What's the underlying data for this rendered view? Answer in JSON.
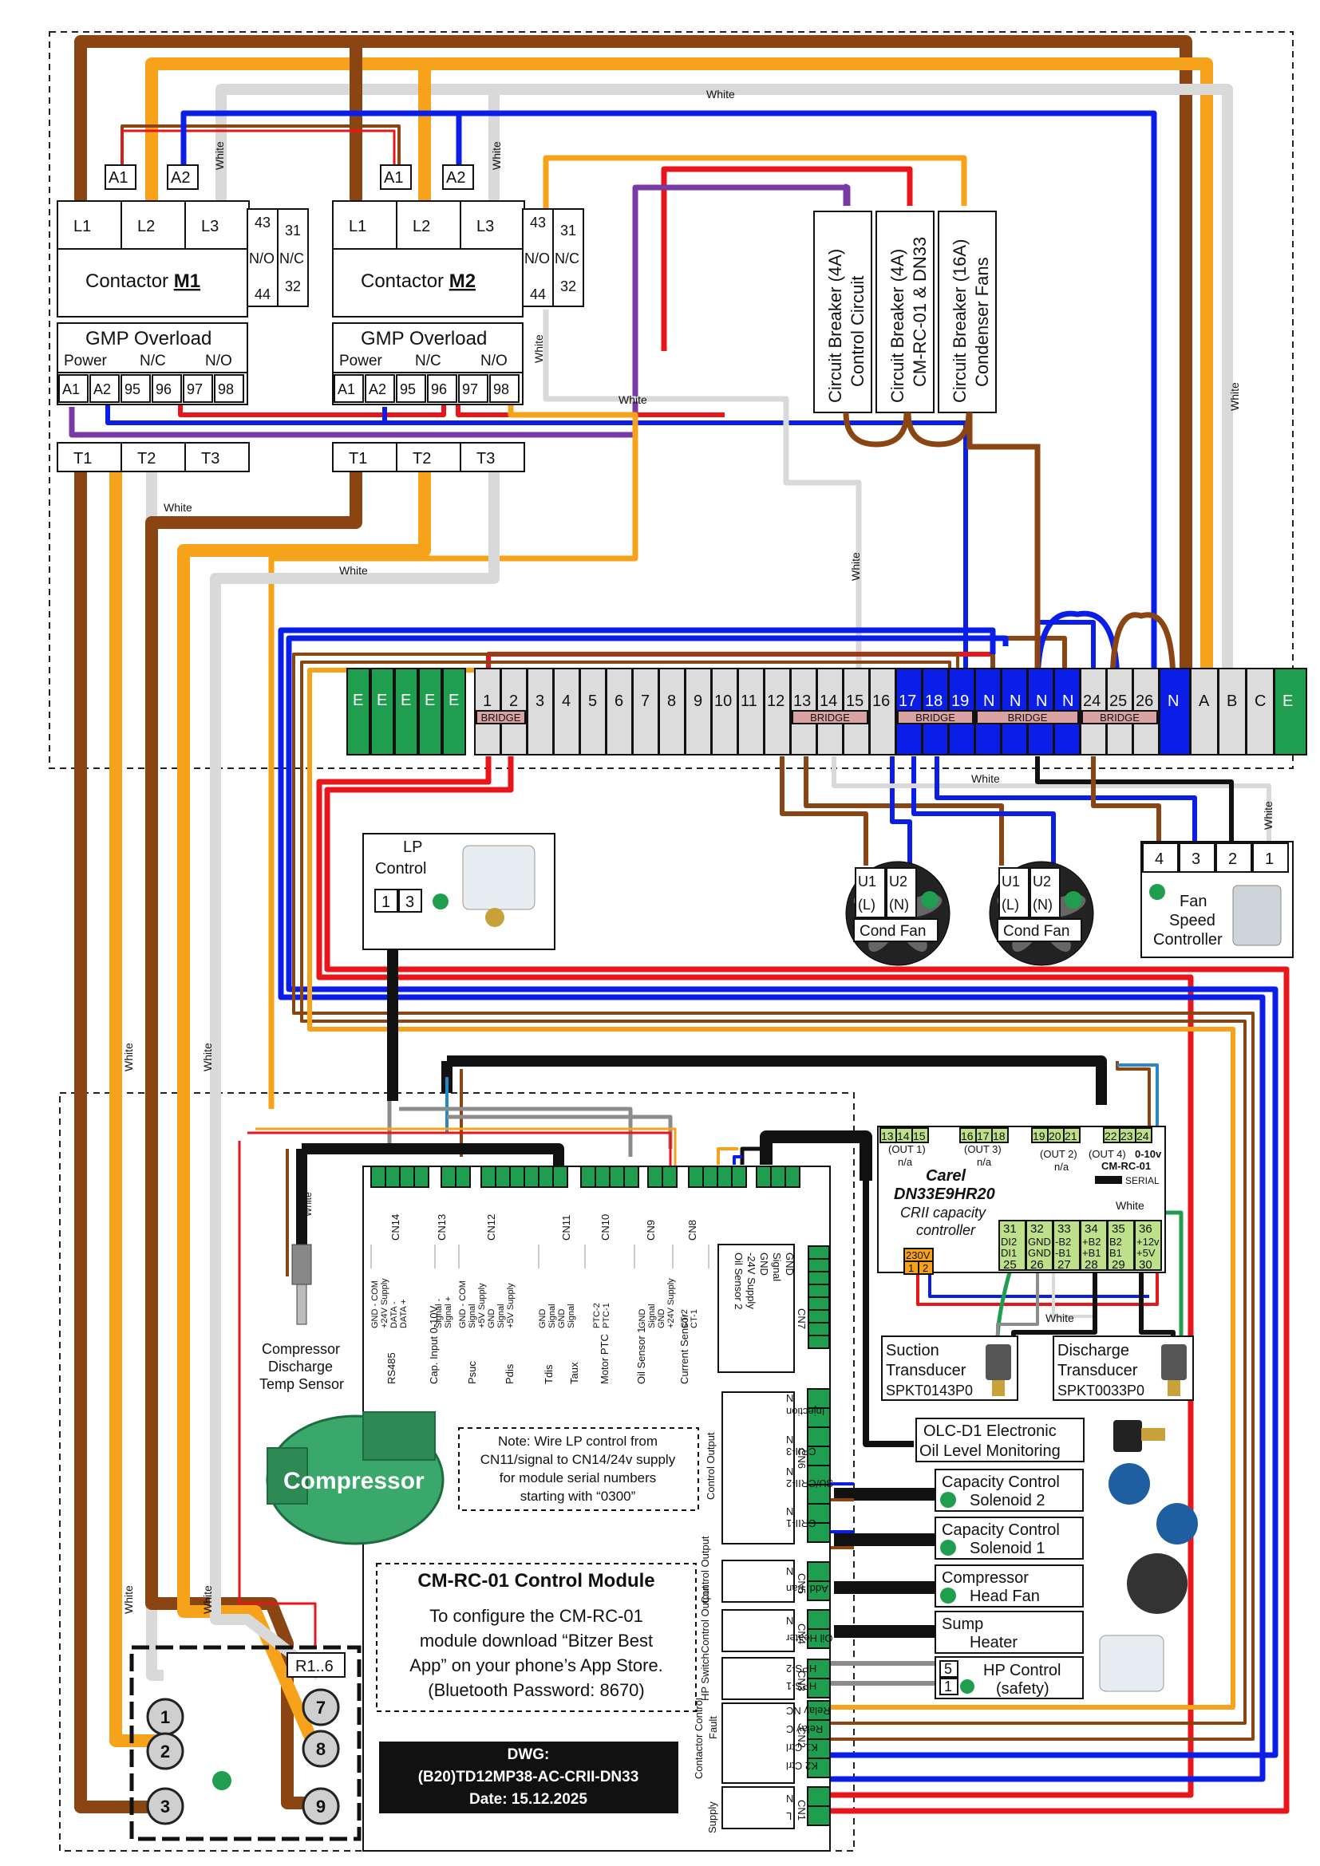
{
  "colors": {
    "brown": "#8b4513",
    "orange": "#f7a21b",
    "white_wire": "#d9d9d9",
    "blue": "#0b1ee8",
    "red": "#e8161b",
    "purple": "#7a3aa6",
    "black": "#111111",
    "grey": "#8c8c8c",
    "green_terminal": "#1f9e4f",
    "light_green": "#bfe08a",
    "pink_bridge": "#d9a3a3",
    "terminal_grey": "#dcdcdc"
  },
  "wire_labels": {
    "white": "White"
  },
  "contactors": [
    {
      "name_prefix": "Contactor ",
      "name_bold": "M1",
      "coil_a1": "A1",
      "coil_a2": "A2",
      "phases": [
        "L1",
        "L2",
        "L3"
      ],
      "aux_no": [
        "43",
        "N/O",
        "44"
      ],
      "aux_nc": [
        "31",
        "N/C",
        "32"
      ],
      "overload_title": "GMP Overload",
      "overload_sub": [
        "Power",
        "N/C",
        "N/O"
      ],
      "overload_terms": [
        "A1",
        "A2",
        "95",
        "96",
        "97",
        "98"
      ],
      "outputs": [
        "T1",
        "T2",
        "T3"
      ]
    },
    {
      "name_prefix": "Contactor ",
      "name_bold": "M2",
      "coil_a1": "A1",
      "coil_a2": "A2",
      "phases": [
        "L1",
        "L2",
        "L3"
      ],
      "aux_no": [
        "43",
        "N/O",
        "44"
      ],
      "aux_nc": [
        "31",
        "N/C",
        "32"
      ],
      "overload_title": "GMP Overload",
      "overload_sub": [
        "Power",
        "N/C",
        "N/O"
      ],
      "overload_terms": [
        "A1",
        "A2",
        "95",
        "96",
        "97",
        "98"
      ],
      "outputs": [
        "T1",
        "T2",
        "T3"
      ]
    }
  ],
  "breakers": [
    {
      "line1": "Circuit Breaker (4A)",
      "line2": "Control Circuit"
    },
    {
      "line1": "Circuit Breaker (4A)",
      "line2": "CM-RC-01 & DN33"
    },
    {
      "line1": "Circuit Breaker (16A)",
      "line2": "Condenser Fans"
    }
  ],
  "terminal_strip": {
    "earth": [
      "E",
      "E",
      "E",
      "E",
      "E"
    ],
    "numbered": [
      "1",
      "2",
      "3",
      "4",
      "5",
      "6",
      "7",
      "8",
      "9",
      "10",
      "11",
      "12",
      "13",
      "14",
      "15",
      "16",
      "17",
      "18",
      "19",
      "N",
      "N",
      "N",
      "N",
      "24",
      "25",
      "26",
      "N",
      "A",
      "B",
      "C",
      "E"
    ],
    "bridge": "BRIDGE"
  },
  "lp_control": {
    "title_line1": "LP",
    "title_line2": "Control",
    "terms": [
      "1",
      "3"
    ]
  },
  "cond_fans": [
    {
      "u1": "U1",
      "u1b": "(L)",
      "u2": "U2",
      "u2b": "(N)",
      "label": "Cond Fan"
    },
    {
      "u1": "U1",
      "u1b": "(L)",
      "u2": "U2",
      "u2b": "(N)",
      "label": "Cond Fan"
    }
  ],
  "fan_speed": {
    "terms": [
      "4",
      "3",
      "2",
      "1"
    ],
    "label": [
      "Fan",
      "Speed",
      "Controller"
    ]
  },
  "carel": {
    "top_terms": [
      "13",
      "14",
      "15",
      "16",
      "17",
      "18",
      "19",
      "20",
      "21",
      "22",
      "23",
      "24"
    ],
    "out1": "(OUT 1)",
    "out2": "(OUT 3)",
    "out3": "(OUT 2)",
    "out4": "(OUT 4)",
    "na": "n/a",
    "zero10": "0-10v",
    "model_tag": "CM-RC-01",
    "serial": "SERIAL",
    "name": "Carel",
    "code": "DN33E9HR20",
    "desc1": "CRII capacity",
    "desc2": "controller",
    "v230": "230V",
    "v230_terms": [
      "1",
      "2"
    ],
    "grid_top_num": [
      "31",
      "32",
      "33",
      "34",
      "35",
      "36"
    ],
    "grid_top_lbl": [
      "DI2",
      "GND",
      "-B2",
      "+B2",
      "B2",
      "+12v"
    ],
    "grid_bot_lbl": [
      "DI1",
      "GND",
      "-B1",
      "+B1",
      "B1",
      "+5V"
    ],
    "grid_bot_num": [
      "25",
      "26",
      "27",
      "28",
      "29",
      "30"
    ]
  },
  "suction": {
    "l1": "Suction",
    "l2": "Transducer",
    "l3": "SPKT0143P0"
  },
  "discharge": {
    "l1": "Discharge",
    "l2": "Transducer",
    "l3": "SPKT0033P0"
  },
  "cm_rc": {
    "top_cn": [
      "CN14",
      "CN13",
      "CN12",
      "CN11",
      "CN10",
      "CN9",
      "CN8"
    ],
    "cn14": [
      "GND - COM",
      "+24V Supply",
      "DATA -",
      "DATA +"
    ],
    "cn13": [
      "Signal -",
      "Signal +"
    ],
    "cn12": [
      "GND - COM",
      "Signal",
      "+5V Supply",
      "GND",
      "Signal",
      "+5V Supply"
    ],
    "cn11": [
      "GND",
      "Signal",
      "GND",
      "Signal"
    ],
    "cn10": [
      "PTC-2",
      "PTC-1"
    ],
    "cn9": [
      "GND",
      "Signal",
      "GND",
      "+24V Supply"
    ],
    "cn8": [
      "CT-2",
      "CT-1"
    ],
    "bottom_labels": [
      "RS485",
      "Cap. Input 0-10V",
      "Psuc",
      "Pdis",
      "Tdis",
      "Taux",
      "Motor PTC",
      "Oil Sensor 1",
      "Current Sensor"
    ],
    "cn7": "CN7",
    "cn7_labels": [
      "GND",
      "Signal",
      "GND",
      "-24V Supply",
      "Oil Sensor 2"
    ],
    "right_cn": [
      "CN6",
      "CN5",
      "CN4",
      "CN3",
      "CN2",
      "CN1"
    ],
    "cn6_labels": [
      "N",
      "Injection",
      "N",
      "CRII-3",
      "N",
      "SU/CRII-2",
      "N",
      "CRII-1"
    ],
    "cn6_group": "Control Output",
    "cn5_labels": [
      "N",
      "Add. Fan"
    ],
    "cn5_group": "Control Output",
    "cn4_labels": [
      "N",
      "Oil Heater"
    ],
    "cn4_group": "Control Output",
    "cn3_labels": [
      "HPS-2",
      "HPS-1"
    ],
    "cn3_group": "HP Switch",
    "cn2_labels": [
      "Relay NC",
      "Relay C",
      "K1 Ctrl",
      "K2 Ctrl"
    ],
    "cn2_group1": "Fault",
    "cn2_group2": "Contactor Control",
    "cn1_labels": [
      "N",
      "L"
    ],
    "cn1_group": "Supply",
    "title": "CM-RC-01 Control Module",
    "info": [
      "To configure the CM-RC-01",
      "module download “Bitzer Best",
      "App” on your phone’s App Store.",
      "(Bluetooth Password: 8670)"
    ]
  },
  "note": [
    "Note: Wire LP control from",
    "CN11/signal to CN14/24v supply",
    "for module serial numbers",
    "starting with “0300”"
  ],
  "dwg": {
    "l1": "DWG:",
    "l2": "(B20)TD12MP38-AC-CRII-DN33",
    "l3": "Date: 15.12.2025"
  },
  "compressor": {
    "label": "Compressor"
  },
  "discharge_temp": [
    "Compressor",
    "Discharge",
    "Temp Sensor"
  ],
  "oil_level": [
    "OLC-D1 Electronic",
    "Oil Level Monitoring"
  ],
  "loads": [
    {
      "l1": "Capacity Control",
      "l2": "Solenoid 2"
    },
    {
      "l1": "Capacity Control",
      "l2": "Solenoid 1"
    },
    {
      "l1": "Compressor",
      "l2": "Head Fan"
    },
    {
      "l1": "Sump",
      "l2": "Heater"
    }
  ],
  "hp_control": {
    "l1": "HP Control",
    "l2": "(safety)",
    "terms": [
      "5",
      "1"
    ]
  },
  "junction": {
    "label": "R1..6",
    "terms": [
      "1",
      "2",
      "3",
      "7",
      "8",
      "9"
    ]
  }
}
